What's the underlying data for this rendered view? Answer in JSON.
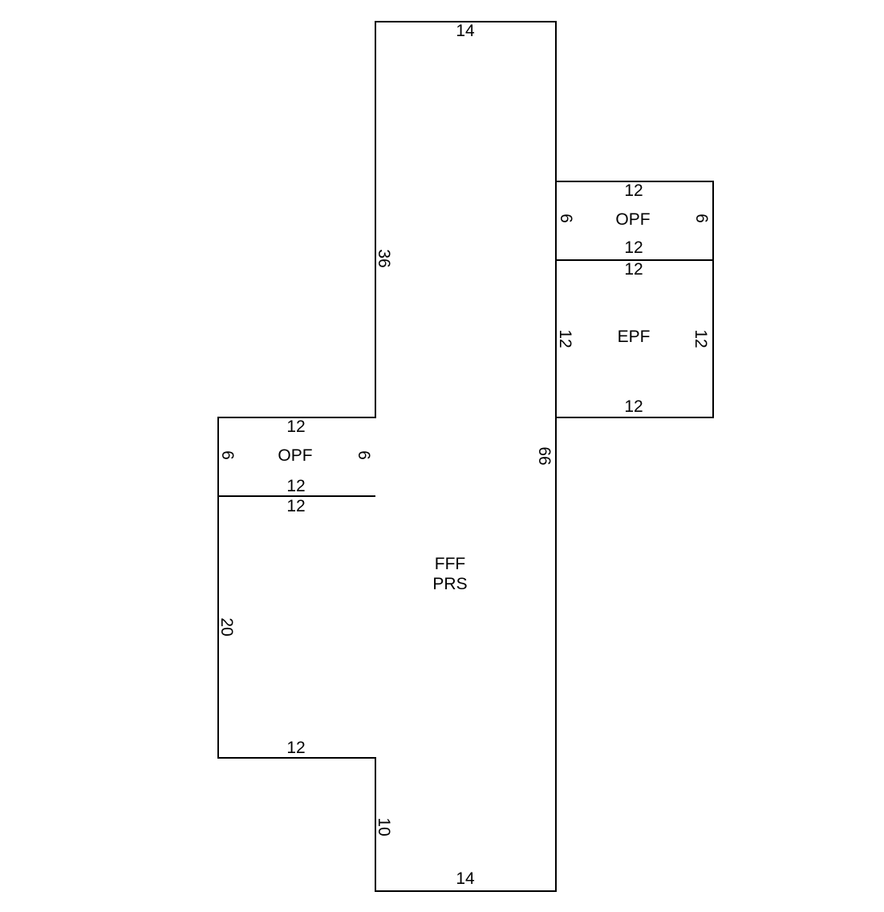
{
  "sketch": {
    "main": {
      "labels": [
        "FFF",
        "PRS"
      ],
      "dims": {
        "top": "14",
        "left_upper": "36",
        "right": "66",
        "left_lower": "20",
        "step_top": "12",
        "step_side": "10",
        "bottom": "14"
      }
    },
    "porch_right": {
      "label": "OPF",
      "dims": {
        "top": "12",
        "bottom": "12",
        "left": "6",
        "right": "6"
      }
    },
    "enclosed_porch": {
      "label": "EPF",
      "dims": {
        "top": "12",
        "bottom": "12",
        "left": "12",
        "right": "12"
      }
    },
    "porch_left": {
      "label": "OPF",
      "dims": {
        "top": "12",
        "bottom": "12",
        "left": "6",
        "right": "6"
      }
    },
    "main_left_top": "12"
  }
}
